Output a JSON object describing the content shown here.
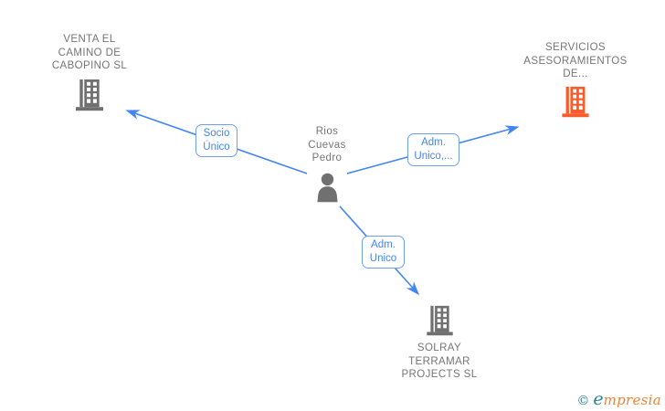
{
  "colors": {
    "edge_blue": "#4285f4",
    "box_border": "#6ba0f5",
    "node_gray": "#757575",
    "icon_gray": "#707070",
    "icon_orange": "#f95b2b",
    "logo_teal": "#2e7f91",
    "logo_orange": "#ef8230"
  },
  "graph": {
    "person": {
      "name": "Rios Cuevas Pedro",
      "lines": [
        "Rios",
        "Cuevas",
        "Pedro"
      ],
      "icon": "person-icon"
    },
    "company_top_left": {
      "name": "VENTA EL CAMINO DE CABOPINO SL",
      "lines": [
        "VENTA EL",
        "CAMINO DE",
        "CABOPINO SL"
      ],
      "icon": "building-icon",
      "icon_color": "#707070"
    },
    "company_top_right": {
      "name": "SERVICIOS ASESORAMIENTOS DE...",
      "lines": [
        "SERVICIOS",
        "ASESORAMIENTOS",
        "DE..."
      ],
      "icon": "building-icon",
      "icon_color": "#f95b2b"
    },
    "company_bottom": {
      "name": "SOLRAY TERRAMAR PROJECTS SL",
      "lines": [
        "SOLRAY",
        "TERRAMAR",
        "PROJECTS  SL"
      ],
      "icon": "building-icon",
      "icon_color": "#707070"
    },
    "edge_socio": {
      "lines": [
        "Socio",
        "Único"
      ]
    },
    "edge_adm_right": {
      "lines": [
        "Adm.",
        "Unico,..."
      ]
    },
    "edge_adm_bottom": {
      "lines": [
        "Adm.",
        "Unico"
      ]
    }
  },
  "footer": {
    "copyright_symbol": "©",
    "brand_first_letter": "e",
    "brand_rest": "mpresia"
  }
}
